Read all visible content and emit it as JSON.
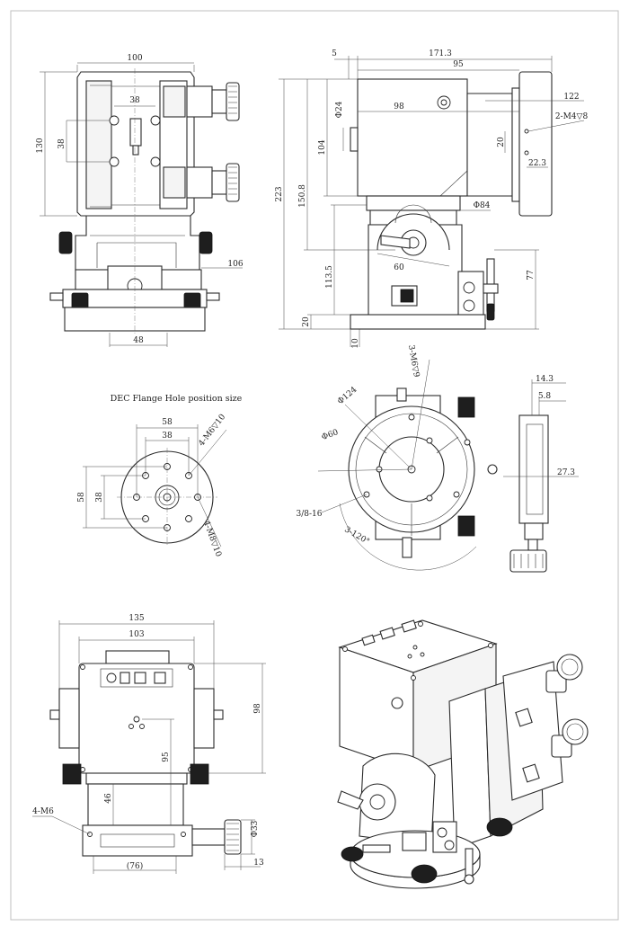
{
  "drawing": {
    "front_view": {
      "dims": {
        "width": "100",
        "height": "130",
        "hole_v": "38",
        "hole_h": "38",
        "base": "106",
        "foot": "48"
      }
    },
    "side_view": {
      "dims": {
        "d5": "5",
        "d171": "171.3",
        "d95": "95",
        "d122": "122",
        "d24": "Φ24",
        "d98": "98",
        "m4": "2-M4▽8",
        "d104": "104",
        "d20": "20",
        "d223": "223",
        "d150": "150.8",
        "d22": "22.3",
        "d84": "Φ84",
        "d113": "113.5",
        "d60": "60",
        "d77": "77",
        "d20b": "20",
        "d10": "10"
      }
    },
    "dec_flange": {
      "title": "DEC Flange Hole position size",
      "dims": {
        "d58h": "58",
        "d38h": "38",
        "d58v": "58",
        "d38v": "38",
        "m6a": "4-M6▽10",
        "m8": "4-M8▽10"
      }
    },
    "ra_view": {
      "dims": {
        "d124": "Φ124",
        "d60": "Φ60",
        "m6": "3-M6▽9",
        "thread": "3/8-16",
        "angle": "3-120°",
        "d14": "14.3",
        "d5_8": "5.8",
        "d27": "27.3"
      }
    },
    "rear_view": {
      "dims": {
        "d135": "135",
        "d103": "103",
        "d98": "98",
        "d95": "95",
        "d46": "46",
        "m6": "4-M6",
        "d33": "Φ33",
        "d76": "(76)",
        "d13": "13"
      }
    }
  }
}
